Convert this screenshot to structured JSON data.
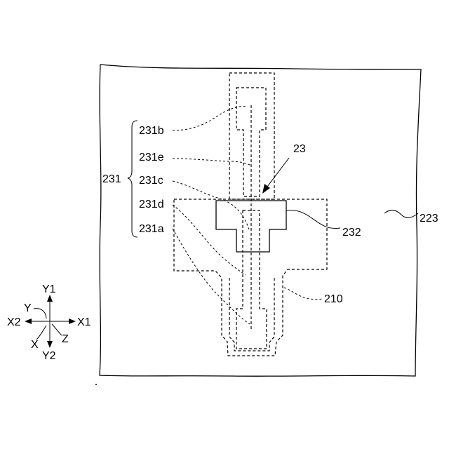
{
  "figure": {
    "labels": {
      "substrate": "223",
      "outer_region": "210",
      "assembly": "23",
      "block": "232",
      "group": "231",
      "part_b": "231b",
      "part_e": "231e",
      "part_c": "231c",
      "part_d": "231d",
      "part_a": "231a"
    },
    "axes": {
      "y1": "Y1",
      "y2": "Y2",
      "x1": "X1",
      "x2": "X2",
      "y": "Y",
      "x": "X",
      "z": "Z"
    }
  }
}
